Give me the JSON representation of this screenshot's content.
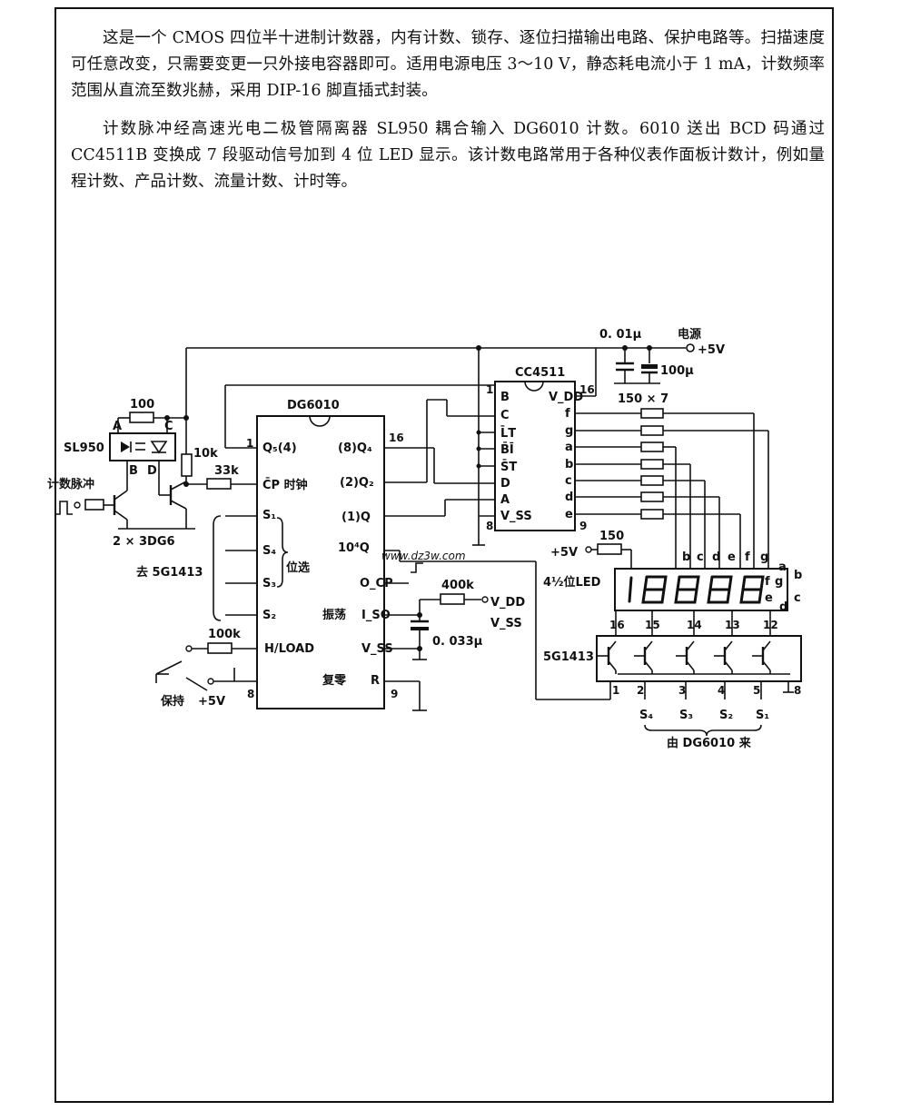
{
  "text": {
    "p1": "这是一个 CMOS 四位半十进制计数器，内有计数、锁存、逐位扫描输出电路、保护电路等。扫描速度可任意改变，只需要变更一只外接电容器即可。适用电源电压 3～10 V，静态耗电流小于 1 mA，计数频率范围从直流至数兆赫，采用 DIP-16 脚直插式封装。",
    "p2": "计数脉冲经高速光电二极管隔离器 SL950 耦合输入 DG6010 计数。6010 送出 BCD 码通过 CC4511B 变换成 7 段驱动信号加到 4 位 LED 显示。该计数电路常用于各种仪表作面板计数计，例如量程计数、产品计数、流量计数、计时等。"
  },
  "diagram": {
    "sl950": {
      "name": "SL950",
      "pin_a": "A",
      "pin_b": "B",
      "pin_c": "C",
      "pin_d": "D"
    },
    "r_100": "100",
    "r_10k": "10k",
    "r_33k": "33k",
    "r_100k": "100k",
    "r_400k": "400k",
    "r_150": "150",
    "r_150x7": "150 × 7",
    "input_label": "计数脉冲",
    "transistors": "2 × 3DG6",
    "to_5g1413": "去 5G1413",
    "hold": "保持",
    "plus5v": "+5V",
    "c_001": "0. 01μ",
    "c_100u": "100μ",
    "c_0033": "0. 033μ",
    "power_label": "电源",
    "power_value": "+5V",
    "dg6010": {
      "name": "DG6010",
      "left_pins": [
        "Q₅(4)",
        "C̄P 时钟",
        "S₁",
        "S₄",
        "S₃",
        "S₂",
        "H/LOAD"
      ],
      "weixuan": "位选",
      "right_pins": [
        "(8)Q₄",
        "(2)Q₂",
        "(1)Q",
        "10⁴Q",
        "O_CP",
        "振荡",
        "I_SO",
        "V_SS",
        "复零",
        "R"
      ],
      "pin_nums": [
        "1",
        "16",
        "8",
        "9"
      ],
      "vdd": "V_DD",
      "vss": "V_SS"
    },
    "cc4511": {
      "name": "CC4511",
      "left_pins": [
        "B",
        "C",
        "L̄T",
        "B̄Ī",
        "S̄T",
        "D",
        "A",
        "V_SS"
      ],
      "right_pins": [
        "V_DD",
        "f",
        "g",
        "a",
        "b",
        "c",
        "d",
        "e"
      ],
      "pin_nums": [
        "1",
        "16",
        "8",
        "9"
      ]
    },
    "led": {
      "label": "4½位LED",
      "seg_labels": [
        "b",
        "c",
        "d",
        "e",
        "f",
        "g"
      ],
      "corner_labels": [
        "a",
        "f",
        "g",
        "b",
        "e",
        "c",
        "d"
      ],
      "plus5v": "+5V"
    },
    "u5g1413": {
      "name": "5G1413",
      "top_pins": [
        "16",
        "15",
        "14",
        "13",
        "12"
      ],
      "bottom_pins": [
        "1",
        "2",
        "3",
        "4",
        "5",
        "8"
      ],
      "s_labels": [
        "S₄",
        "S₃",
        "S₂",
        "S₁"
      ],
      "source": "由 DG6010 来"
    },
    "watermark": "www.dz3w.com"
  }
}
